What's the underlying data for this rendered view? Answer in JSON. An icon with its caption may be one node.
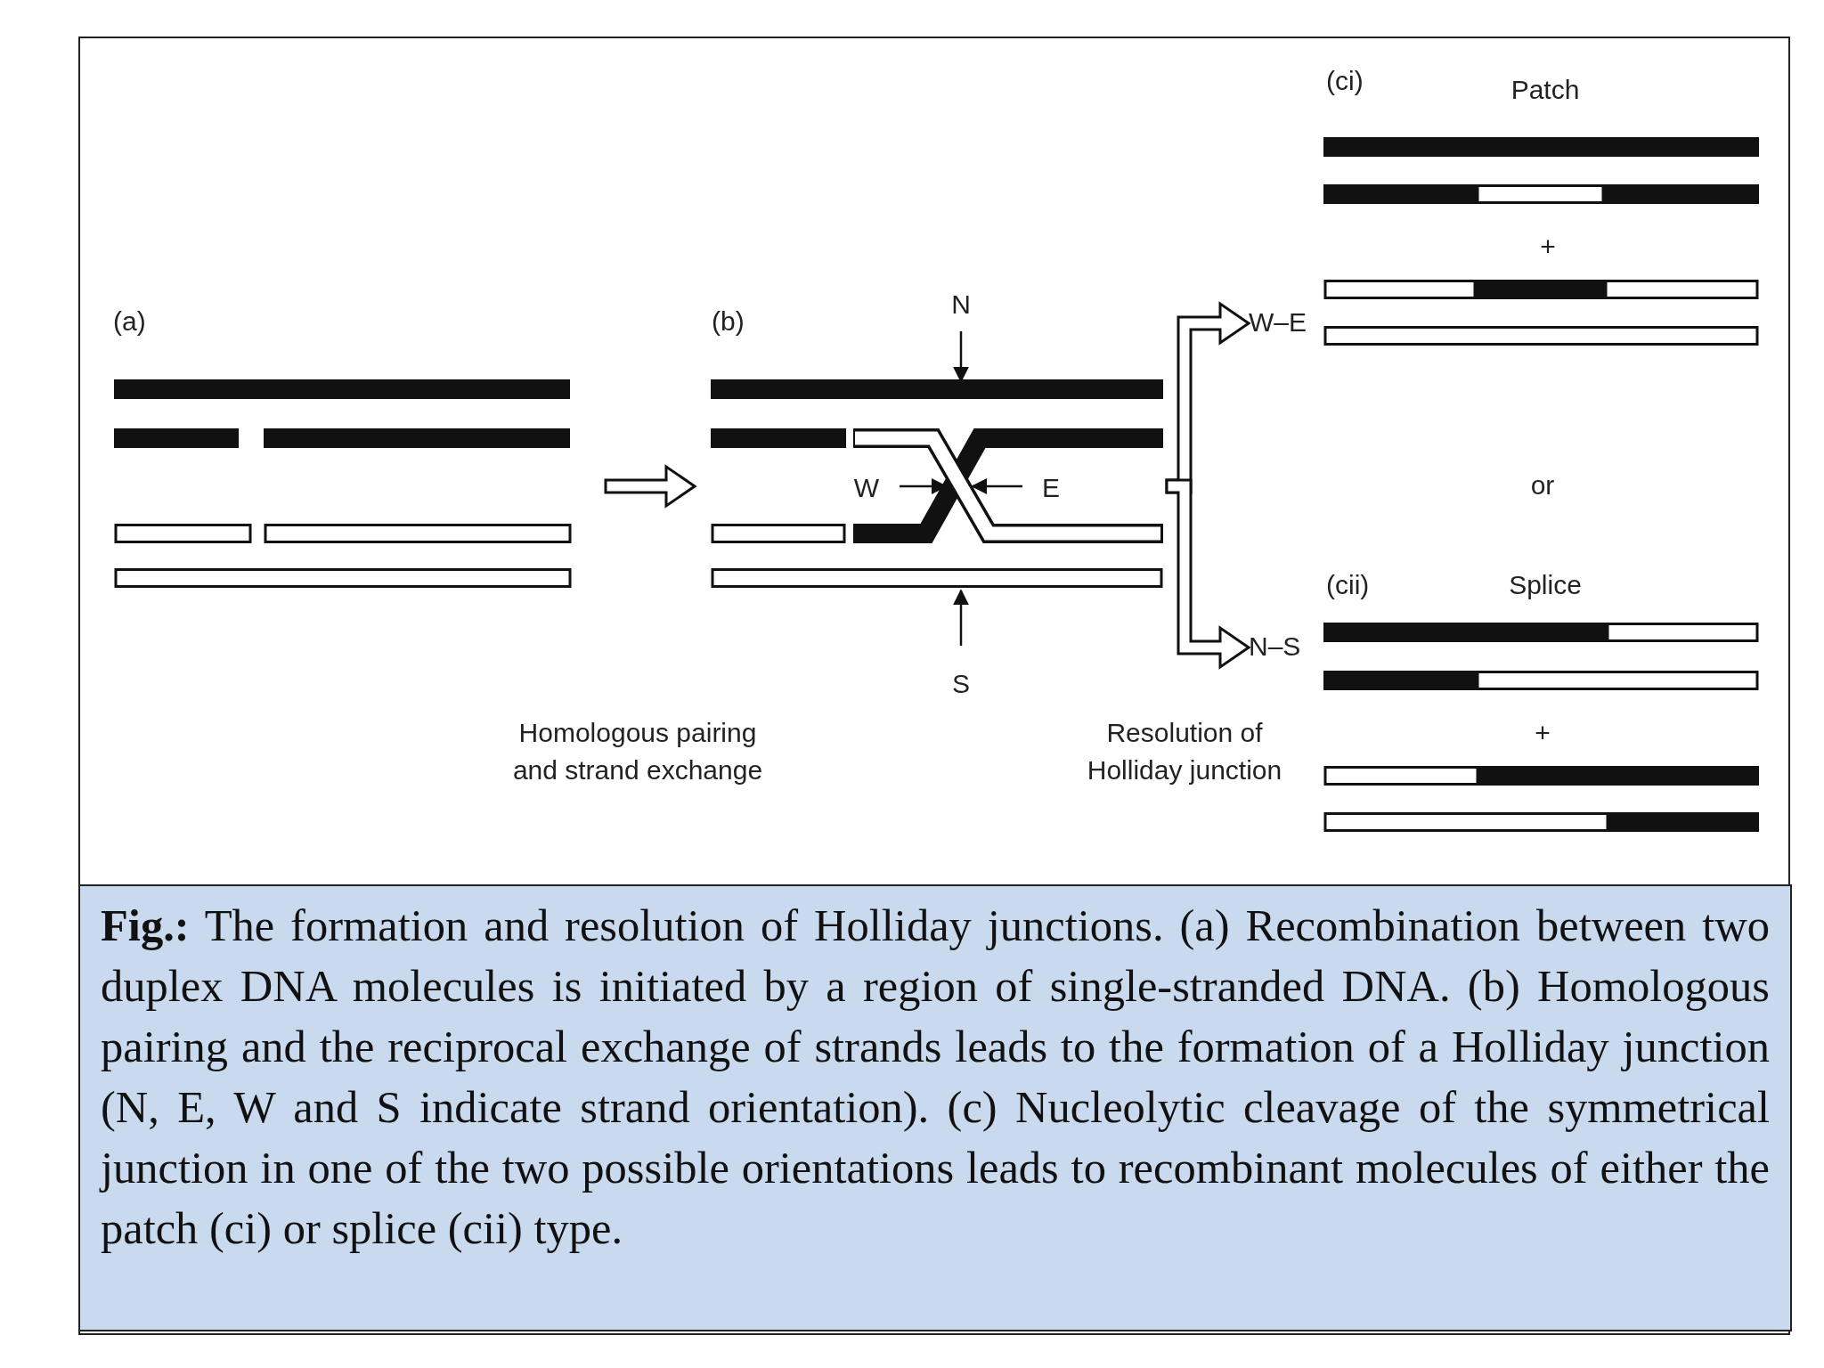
{
  "diagram": {
    "caption": "**Fig.:** The formation and resolution of Holliday junctions. (a) Recombination between two duplex DNA molecules is initiated by a region of single-stranded DNA. (b) Homologous pairing and the reciprocal exchange of strands leads to the formation of a Holliday junction (N, E, W and S indicate strand orientation). (c) Nucleolytic cleavage of the symmetrical junction in one of the two possible orientations leads to recombinant molecules of either the patch (ci) or splice (cii) type.",
    "nodes": [
      {
        "text": [
          "(a)"
        ]
      },
      {
        "text": [
          "(b)"
        ]
      },
      {
        "text": [
          "W–E"
        ]
      },
      {
        "text": [
          "N–S"
        ]
      },
      {
        "text": [
          "(ci)",
          "Patch"
        ]
      },
      {
        "text": [
          "(cii)",
          "Splice"
        ]
      }
    ],
    "edges": [
      {
        "from": 0,
        "to": 1,
        "arrow": "to"
      },
      {
        "from": 1,
        "to": 2,
        "arrow": "to"
      },
      {
        "from": 1,
        "to": 3,
        "arrow": "to"
      }
    ],
    "labels": [
      "N",
      "W",
      "E",
      "S",
      "Homologous pairing and strand exchange",
      "Resolution of Holliday junction",
      "+",
      "or",
      "+"
    ]
  }
}
